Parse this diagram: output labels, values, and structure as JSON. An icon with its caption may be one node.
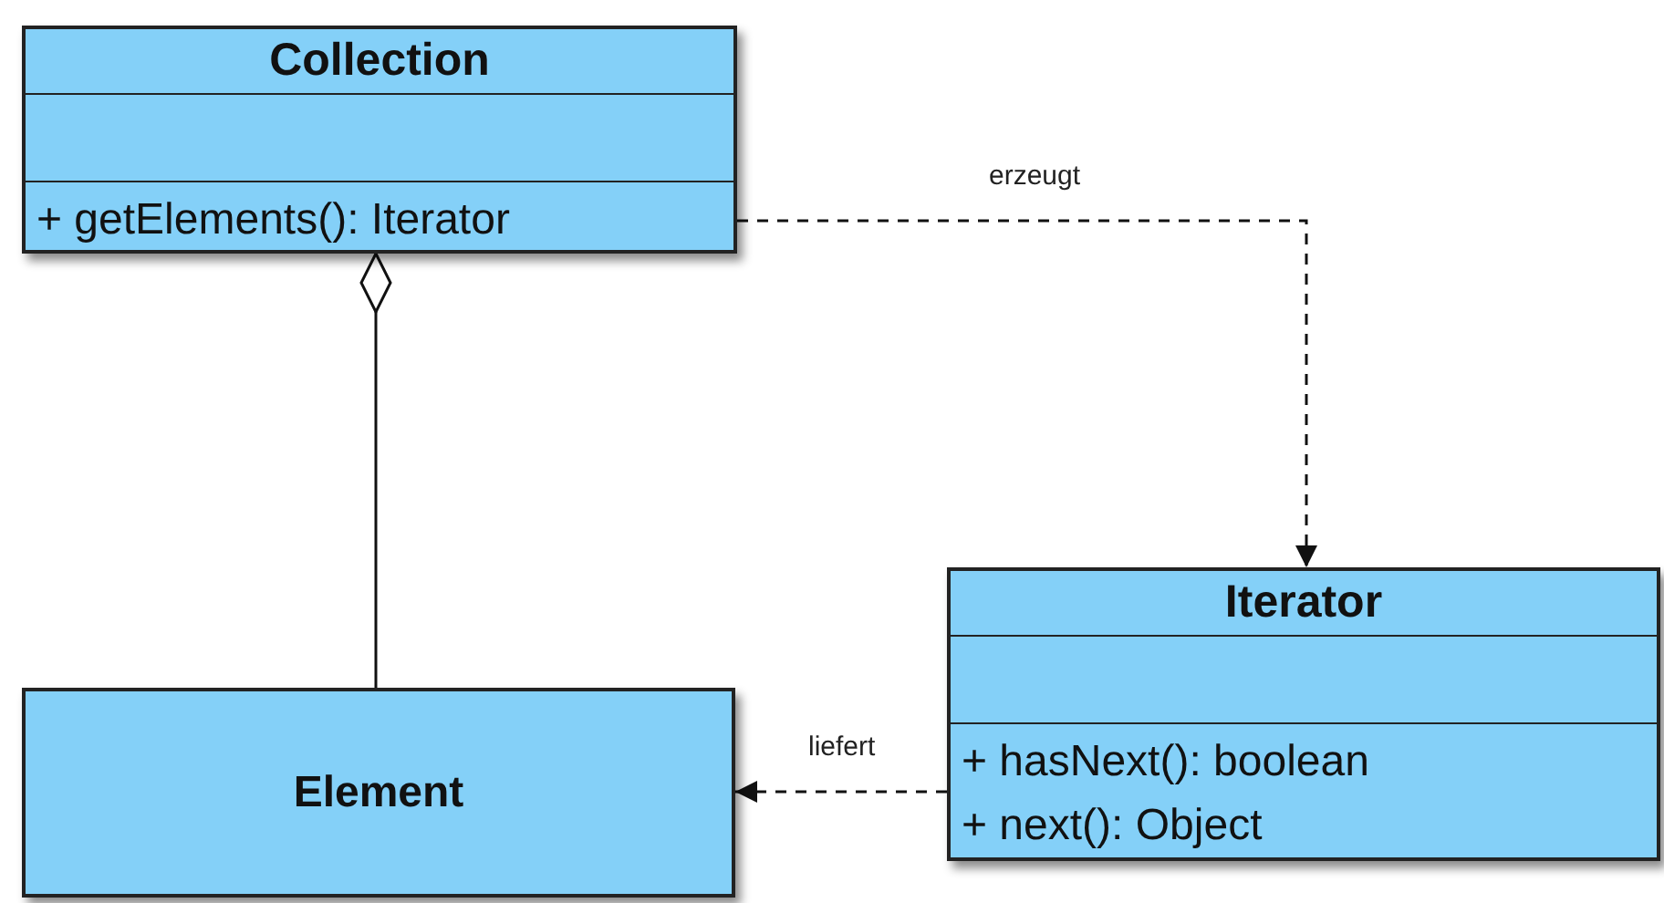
{
  "diagram": {
    "nodes": [
      {
        "text": [
          "Collection",
          "+ getElements(): Iterator"
        ]
      },
      {
        "text": [
          "Element"
        ]
      },
      {
        "text": [
          "Iterator",
          "+ hasNext(): boolean",
          "+ next(): Object"
        ]
      }
    ],
    "edges": [
      {
        "from": 0,
        "to": 1,
        "arrow": "other"
      },
      {
        "from": 0,
        "to": 2,
        "arrow": "to",
        "label": "erzeugt",
        "style": "dashed"
      },
      {
        "from": 2,
        "to": 1,
        "arrow": "to",
        "label": "liefert",
        "style": "dashed"
      }
    ]
  }
}
